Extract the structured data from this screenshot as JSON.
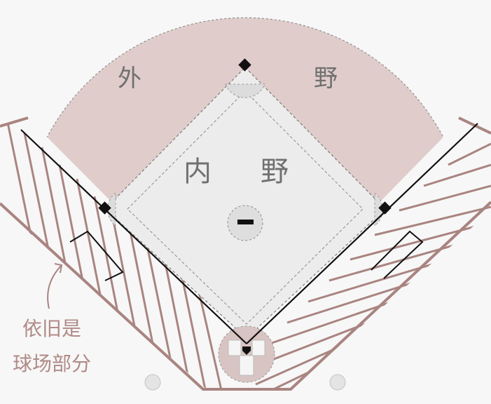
{
  "labels": {
    "outfield_left": "外",
    "outfield_right": "野",
    "infield_left": "内",
    "infield_right": "野",
    "note_line1": "依旧是",
    "note_line2": "球场部分"
  },
  "colors": {
    "background": "#f7f7f7",
    "outfield": "#e0cdcb",
    "infield": "#ececec",
    "dirt_circle": "#dcdcdc",
    "hatch": "#a98480",
    "line": "#111111",
    "text": "#707070",
    "note": "#b08a86"
  },
  "icons": {
    "pitcher_rubber": "black-bar",
    "bases": "black-diamond",
    "home_plate": "black-pentagon",
    "arrow": "curved-arrow-icon"
  }
}
